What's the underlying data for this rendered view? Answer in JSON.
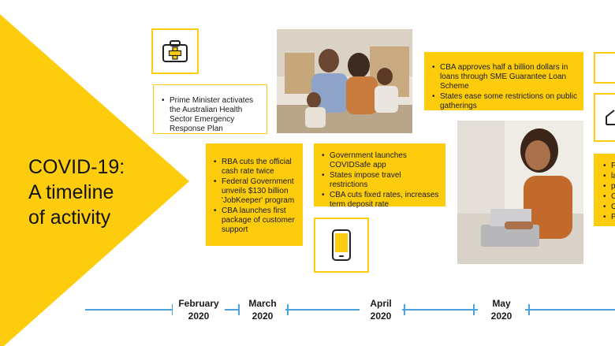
{
  "title": {
    "line1": "COVID-19:",
    "line2": "A timeline",
    "line3": "of activity"
  },
  "colors": {
    "accent": "#fdcd0d",
    "axis": "#4aa3dc",
    "text": "#111111"
  },
  "icons": {
    "medkit": "medical-kit-icon",
    "phone": "smartphone-icon",
    "house": "house-icon"
  },
  "events": {
    "emergency": {
      "items": [
        "Prime Minister activates the Australian Health Sector Emergency Response Plan"
      ]
    },
    "march": {
      "items": [
        "RBA cuts the official cash rate twice",
        "Federal Government unveils $130 billion 'JobKeeper' program",
        "CBA launches first package of customer support"
      ]
    },
    "april": {
      "items": [
        "Government launches COVIDSafe app",
        "States impose travel restrictions",
        "CBA cuts fixed rates, increases term deposit rate"
      ]
    },
    "may": {
      "items": [
        "CBA approves half a billion dollars in loans through SME Guarantee Loan Scheme",
        "States ease some restrictions on public gatherings"
      ]
    },
    "partial": {
      "items": [
        "F",
        "la",
        "p",
        "C",
        "C",
        "P"
      ]
    }
  },
  "timeline": [
    {
      "month": "February",
      "year": "2020"
    },
    {
      "month": "March",
      "year": "2020"
    },
    {
      "month": "April",
      "year": "2020"
    },
    {
      "month": "May",
      "year": "2020"
    }
  ]
}
